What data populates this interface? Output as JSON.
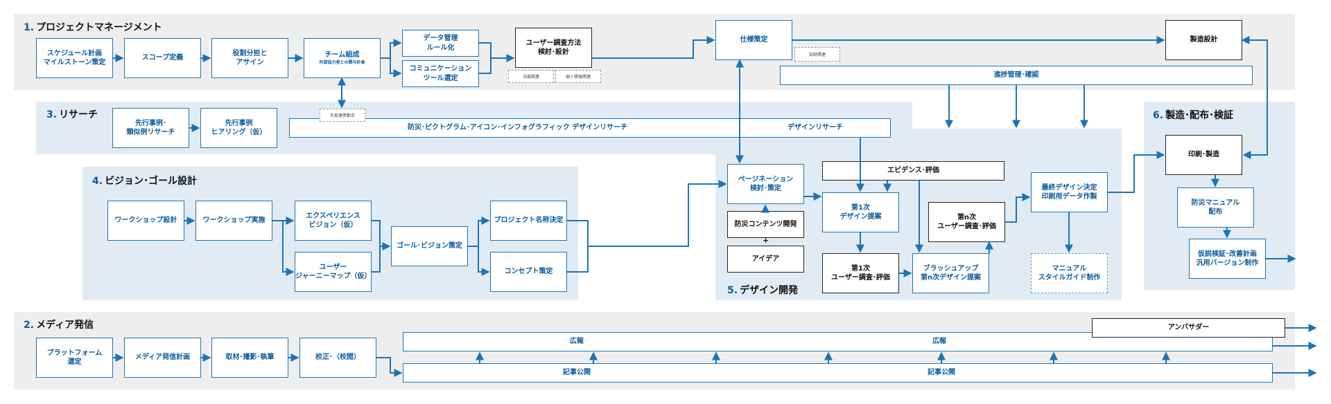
{
  "colors": {
    "accent": "#1e73b4",
    "band": "#eeeeef",
    "panel": "#e1ebf4"
  },
  "sections": {
    "s1": {
      "num": "1.",
      "title": "プロジェクトマネージメント"
    },
    "s2": {
      "num": "2.",
      "title": "メディア発信"
    },
    "s3": {
      "num": "3.",
      "title": "リサーチ"
    },
    "s4": {
      "num": "4.",
      "title": "ビジョン･ゴール設計"
    },
    "s5": {
      "num": "5.",
      "title": "デザイン開発"
    },
    "s6": {
      "num": "6.",
      "title": "製造･配布･検証"
    }
  },
  "pm": {
    "schedule": "スケジュール計画\nマイルストーン策定",
    "scope": "スコープ定義",
    "roles": "役割分担と\nアサイン",
    "team_title": "チーム組成",
    "team_sub": "外部協力者との関与計画",
    "data_rules": "データ管理\nルール化",
    "comm_tools": "コミュニケーション\nツール選定",
    "survey_method": "ユーザー調査方法\n検討･設計",
    "spec": "仕様策定",
    "manufacture_design": "製造設計",
    "progress": "進捗管理･確認",
    "tag_contract": "決裁関連",
    "tag_privacy": "個人情報関連",
    "tag_ip": "知財関連",
    "tag_external": "外部連携都合"
  },
  "research": {
    "cases": "先行事例･\n類似例リサーチ",
    "hearing": "先行事例\nヒアリング（仮）",
    "bar_label": "防災･ピクトグラム･アイコン･インフォグラフィック デザインリサーチ",
    "bar_label2": "デザインリサーチ"
  },
  "vision": {
    "ws_design": "ワークショップ設計",
    "ws_run": "ワークショップ実施",
    "experience": "エクスペリエンス\nビジョン（仮）",
    "journey": "ユーザー\nジャーニーマップ（仮）",
    "goal": "ゴール･ビジョン策定",
    "naming": "プロジェクト名称決定",
    "concept": "コンセプト策定"
  },
  "design": {
    "pagination": "ページネーション\n検討･策定",
    "content_dev": "防災コンテンツ開発",
    "plus": "+",
    "idea": "アイデア",
    "evidence": "エビデンス･評価",
    "first_proposal": "第1次\nデザイン提案",
    "first_survey": "第1次\nユーザー調査･評価",
    "nth_survey": "第n次\nユーザー調査･評価",
    "brushup": "ブラッシュアップ\n第n次デザイン提案",
    "final": "最終デザイン決定\n印刷用データ作製",
    "styleguide": "マニュアル\nスタイルガイド制作"
  },
  "manufacture": {
    "print": "印刷･製造",
    "distribute": "防災マニュアル\n配布",
    "verify": "仮説検証･改善計画\n汎用バージョン制作"
  },
  "media": {
    "platform": "プラットフォーム\n選定",
    "media_plan": "メディア発信計画",
    "interview": "取材･撮影･執筆",
    "proof": "校正･（校閲）",
    "ambassador": "アンバサダー",
    "pr1": "広報",
    "pr2": "広報",
    "article1": "記事公開",
    "article2": "記事公開"
  }
}
